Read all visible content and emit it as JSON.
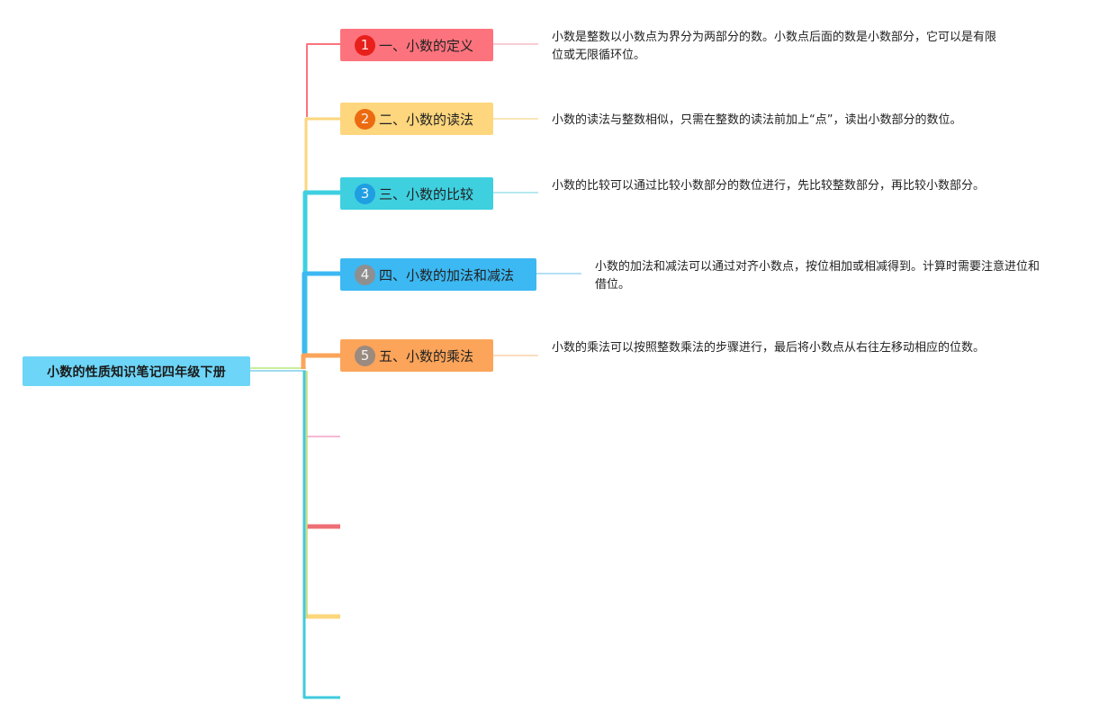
{
  "root": {
    "label": "小数的性质知识笔记四年级下册"
  },
  "nodes": [
    {
      "number": "1",
      "label": "一、小数的定义",
      "color": "#fd737d",
      "badge_color": "#e8201c",
      "desc": "小数是整数以小数点为界分为两部分的数。小数点后面的数是小数部分，它可以是有限位或无限循环位。"
    },
    {
      "number": "2",
      "label": "二、小数的读法",
      "color": "#fdd67d",
      "badge_color": "#ec6a10",
      "desc": "小数的读法与整数相似，只需在整数的读法前加上“点”，读出小数部分的数位。"
    },
    {
      "number": "3",
      "label": "三、小数的比较",
      "color": "#3fd0e0",
      "badge_color": "#1f9ee2",
      "desc": "小数的比较可以通过比较小数部分的数位进行，先比较整数部分，再比较小数部分。"
    },
    {
      "number": "4",
      "label": "四、小数的加法和减法",
      "color": "#3cb8f2",
      "badge_color": "#8f8f8f",
      "desc": "小数的加法和减法可以通过对齐小数点，按位相加或相减得到。计算时需要注意进位和借位。"
    },
    {
      "number": "5",
      "label": "五、小数的乘法",
      "color": "#fba45a",
      "badge_color": "#9a8a80",
      "desc": "小数的乘法可以按照整数乘法的步骤进行，最后将小数点从右往左移动相应的位数。"
    }
  ],
  "empty_branch_colors": [
    "#f4b8d4",
    "#ef6f77",
    "#fcd67c",
    "#3fcbdc"
  ]
}
